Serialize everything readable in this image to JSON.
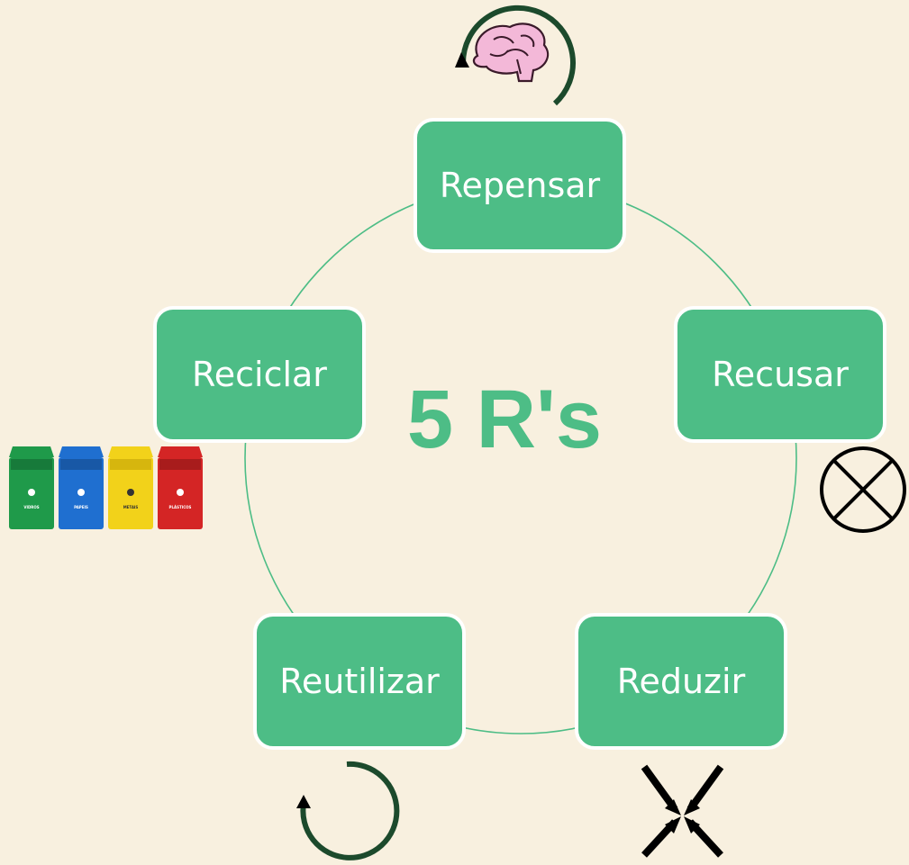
{
  "title": "5 R's",
  "nodes": [
    {
      "label": "Repensar"
    },
    {
      "label": "Recusar"
    },
    {
      "label": "Reduzir"
    },
    {
      "label": "Reutilizar"
    },
    {
      "label": "Reciclar"
    }
  ],
  "bins": [
    {
      "label": "VIDROS",
      "color": "#1f9a4a"
    },
    {
      "label": "PAPEIS",
      "color": "#1f6fd0"
    },
    {
      "label": "METAIS",
      "color": "#f2d21a"
    },
    {
      "label": "PLÁSTICOS",
      "color": "#d42525"
    }
  ],
  "colors": {
    "background": "#f8f0df",
    "node_fill": "#4dbd86",
    "title": "#4dbd86",
    "cycle_line": "#4dbd86",
    "arrow": "#1c4a2c",
    "brain": "#f3b8d8"
  },
  "icons": [
    "brain-icon",
    "cancel-icon",
    "compress-icon",
    "reuse-arrow-icon",
    "recycling-bins-icon"
  ]
}
